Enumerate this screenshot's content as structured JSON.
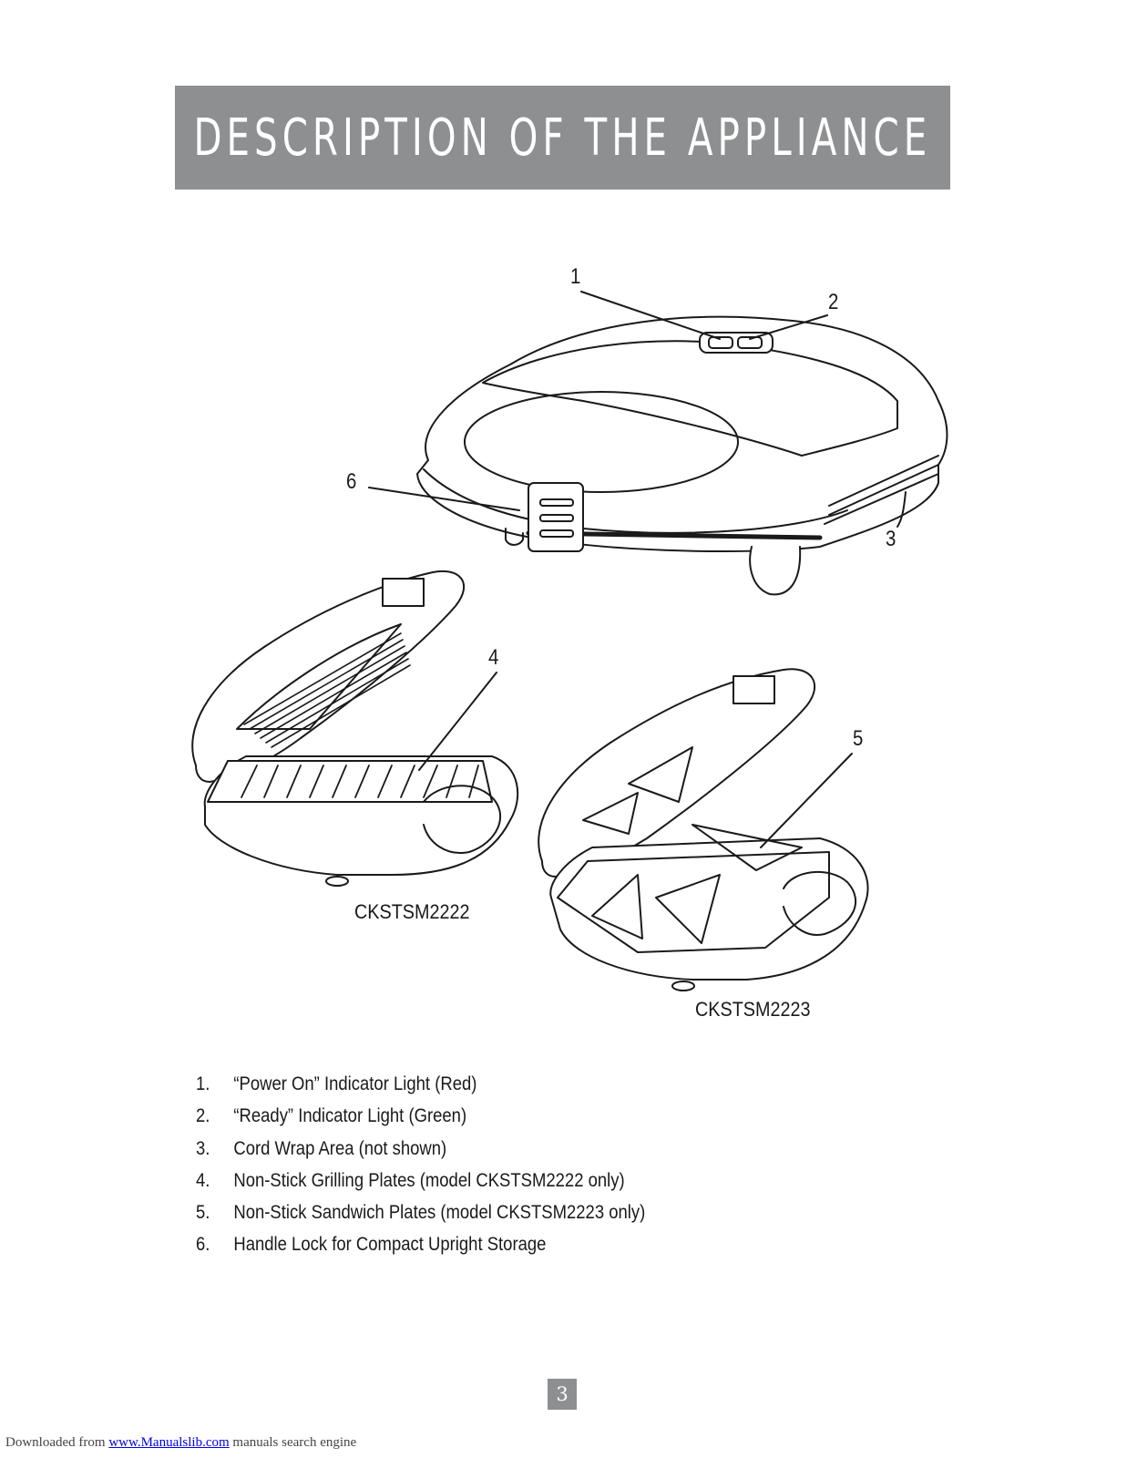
{
  "header": {
    "title": "DESCRIPTION OF THE APPLIANCE"
  },
  "callouts": [
    "1",
    "2",
    "3",
    "4",
    "5",
    "6"
  ],
  "models": {
    "grill": "CKSTSM2222",
    "sandwich": "CKSTSM2223"
  },
  "parts": [
    {
      "num": "1.",
      "text": "“Power On” Indicator Light (Red)"
    },
    {
      "num": "2.",
      "text": "“Ready” Indicator Light (Green)"
    },
    {
      "num": "3.",
      "text": "Cord Wrap Area (not shown)"
    },
    {
      "num": "4.",
      "text": "Non-Stick Grilling Plates (model CKSTSM2222 only)"
    },
    {
      "num": "5.",
      "text": "Non-Stick Sandwich Plates (model CKSTSM2223 only)"
    },
    {
      "num": "6.",
      "text": "Handle Lock for Compact Upright Storage"
    }
  ],
  "page_number": "3",
  "footer": {
    "prefix": "Downloaded from ",
    "link": "www.Manualslib.com",
    "suffix": "  manuals search engine"
  },
  "colors": {
    "banner": "#8e8f91",
    "link": "#0000ee"
  }
}
